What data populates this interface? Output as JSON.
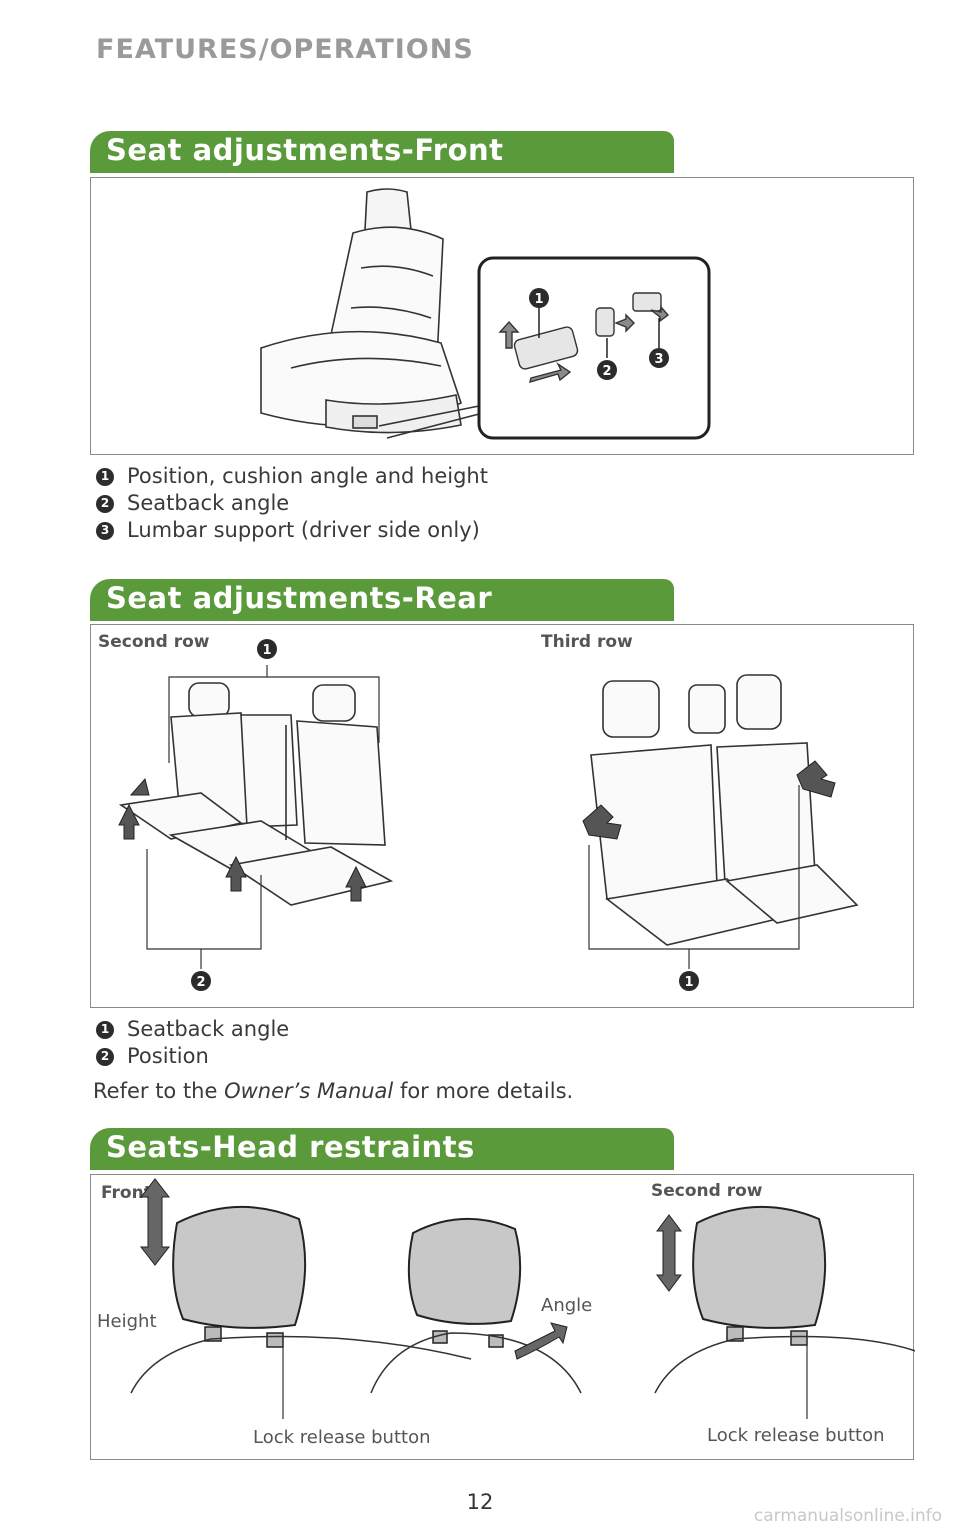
{
  "header": {
    "section": "FEATURES/OPERATIONS"
  },
  "front": {
    "title": "Seat adjustments-Front",
    "legend": [
      {
        "num": "1",
        "text": "Position, cushion angle and height"
      },
      {
        "num": "2",
        "text": "Seatback angle"
      },
      {
        "num": "3",
        "text": "Lumbar support (driver side only)"
      }
    ],
    "callouts": [
      "1",
      "2",
      "3"
    ]
  },
  "rear": {
    "title": "Seat adjustments-Rear",
    "second_row_label": "Second row",
    "third_row_label": "Third row",
    "callouts": {
      "second_top": "1",
      "second_bottom": "2",
      "third_bottom": "1"
    },
    "legend": [
      {
        "num": "1",
        "text": "Seatback angle"
      },
      {
        "num": "2",
        "text": "Position"
      }
    ],
    "note_prefix": "Refer to the ",
    "note_italic": "Owner’s Manual",
    "note_suffix": " for more details."
  },
  "head": {
    "title": "Seats-Head restraints",
    "front_label": "Front",
    "second_row_label": "Second row",
    "height_label": "Height",
    "angle_label": "Angle",
    "lock_release_front": "Lock release button",
    "lock_release_second": "Lock release button"
  },
  "footer": {
    "page_number": "12",
    "watermark": "carmanualsonline.info"
  },
  "colors": {
    "banner_green": "#5a9a3a",
    "header_gray": "#9a9a9a"
  }
}
